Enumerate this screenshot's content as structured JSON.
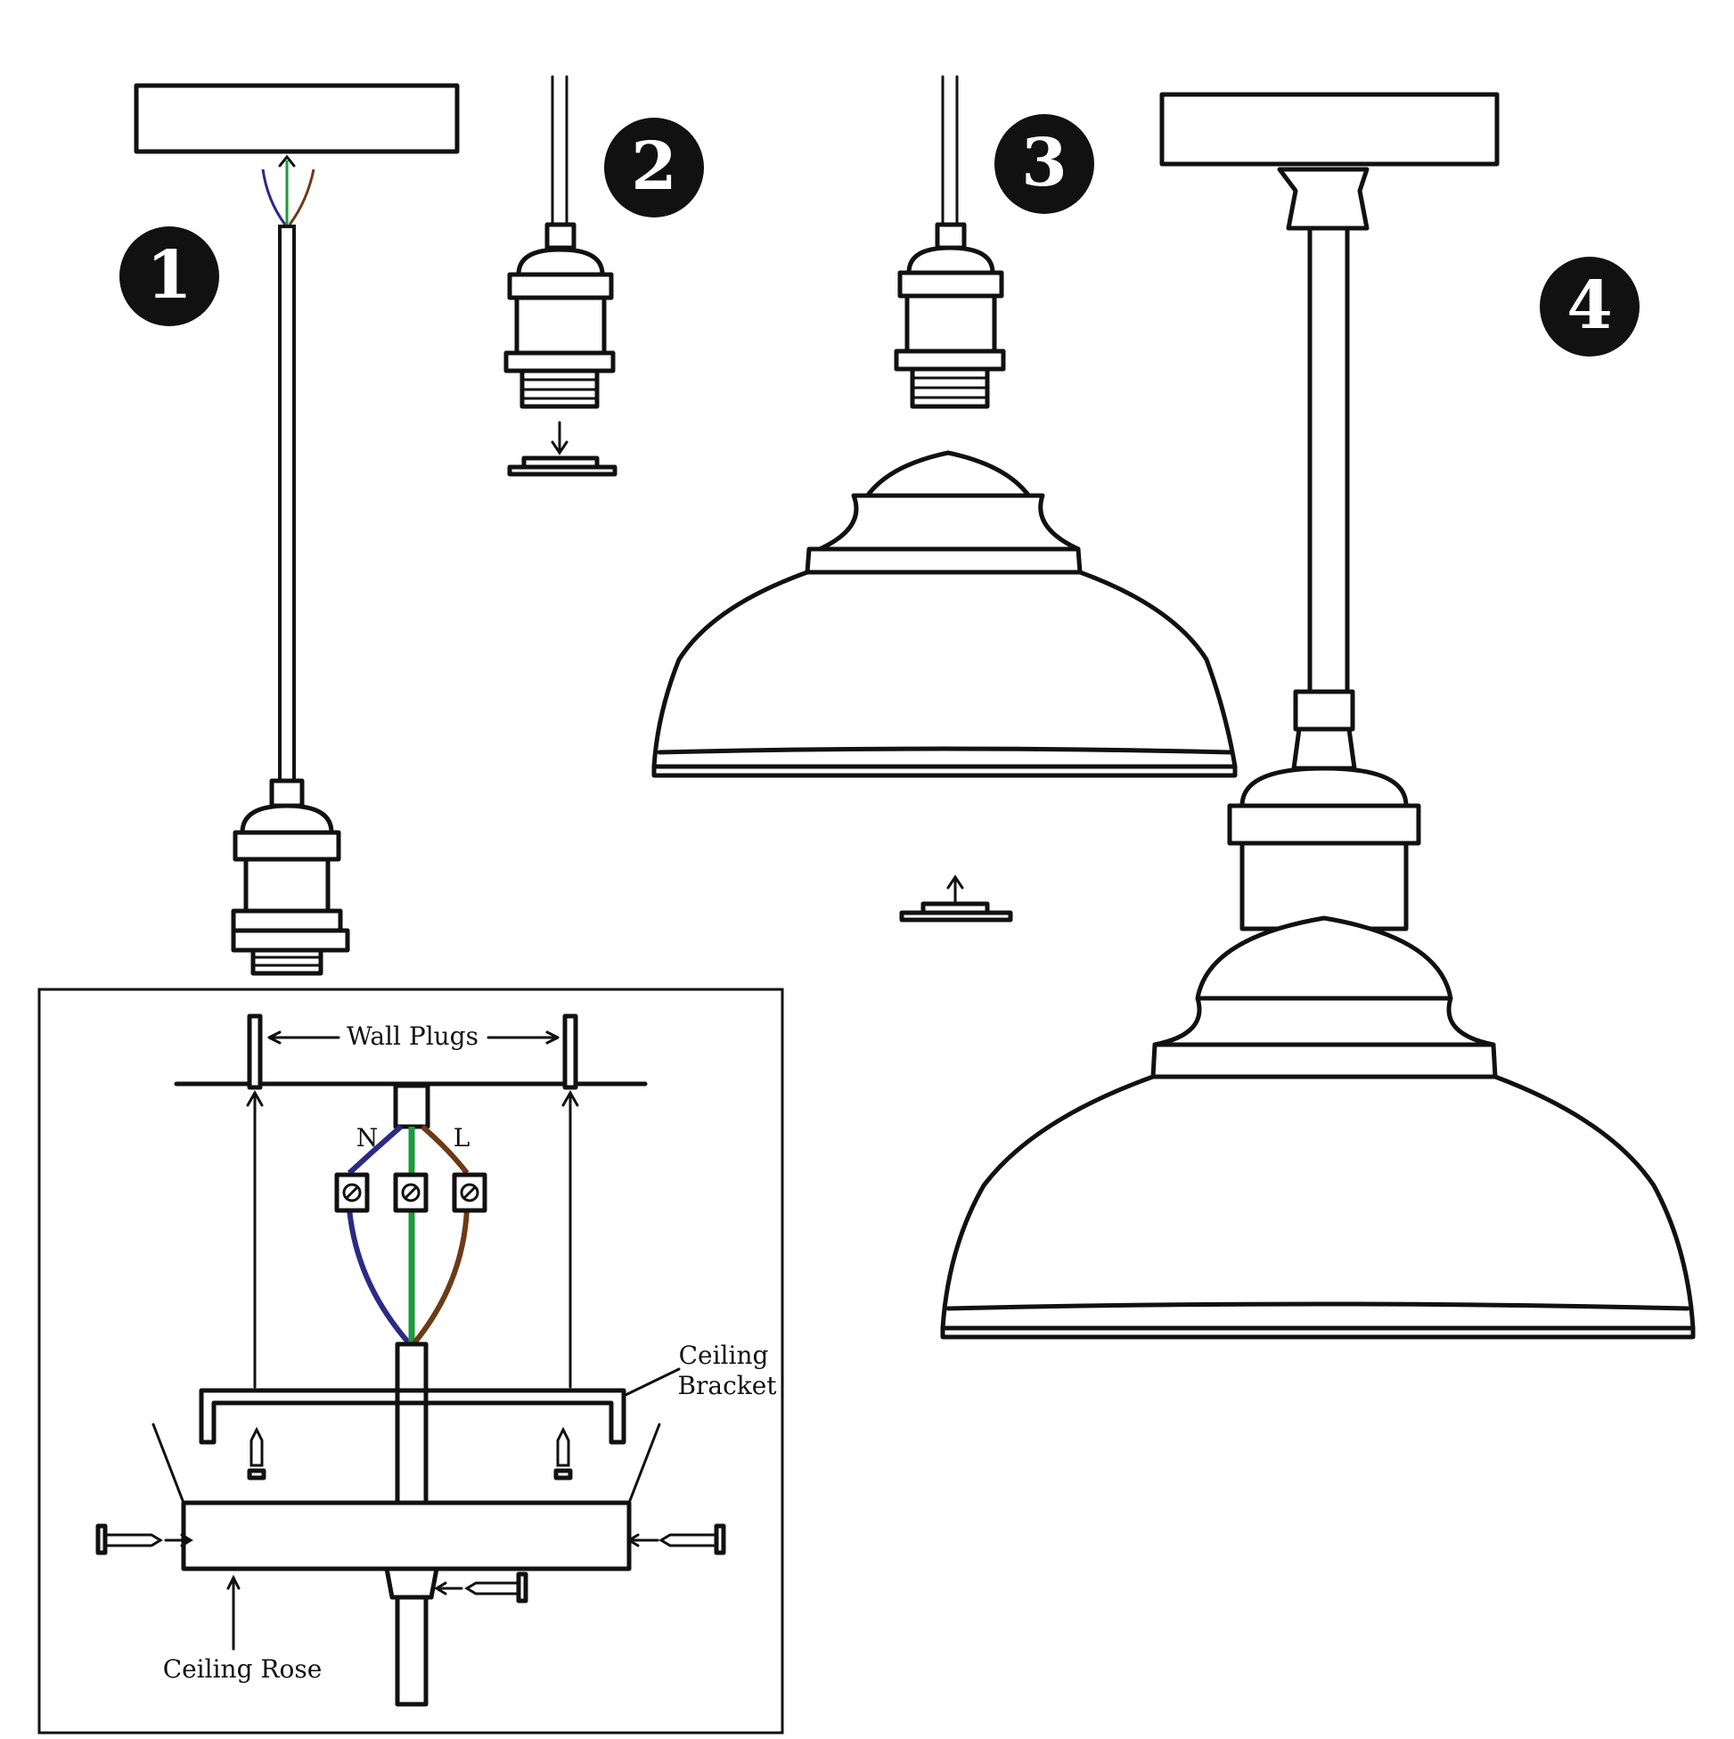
{
  "steps": [
    "1",
    "2",
    "3",
    "4"
  ],
  "labels": {
    "wall_plugs": "Wall Plugs",
    "ceiling_bracket_1": "Ceiling",
    "ceiling_bracket_2": "Bracket",
    "ceiling_rose": "Ceiling Rose",
    "neutral": "N",
    "live": "L"
  },
  "wire_colors": {
    "neutral": "#2b2a86",
    "earth": "#1e9a3c",
    "live": "#6b3b16"
  }
}
